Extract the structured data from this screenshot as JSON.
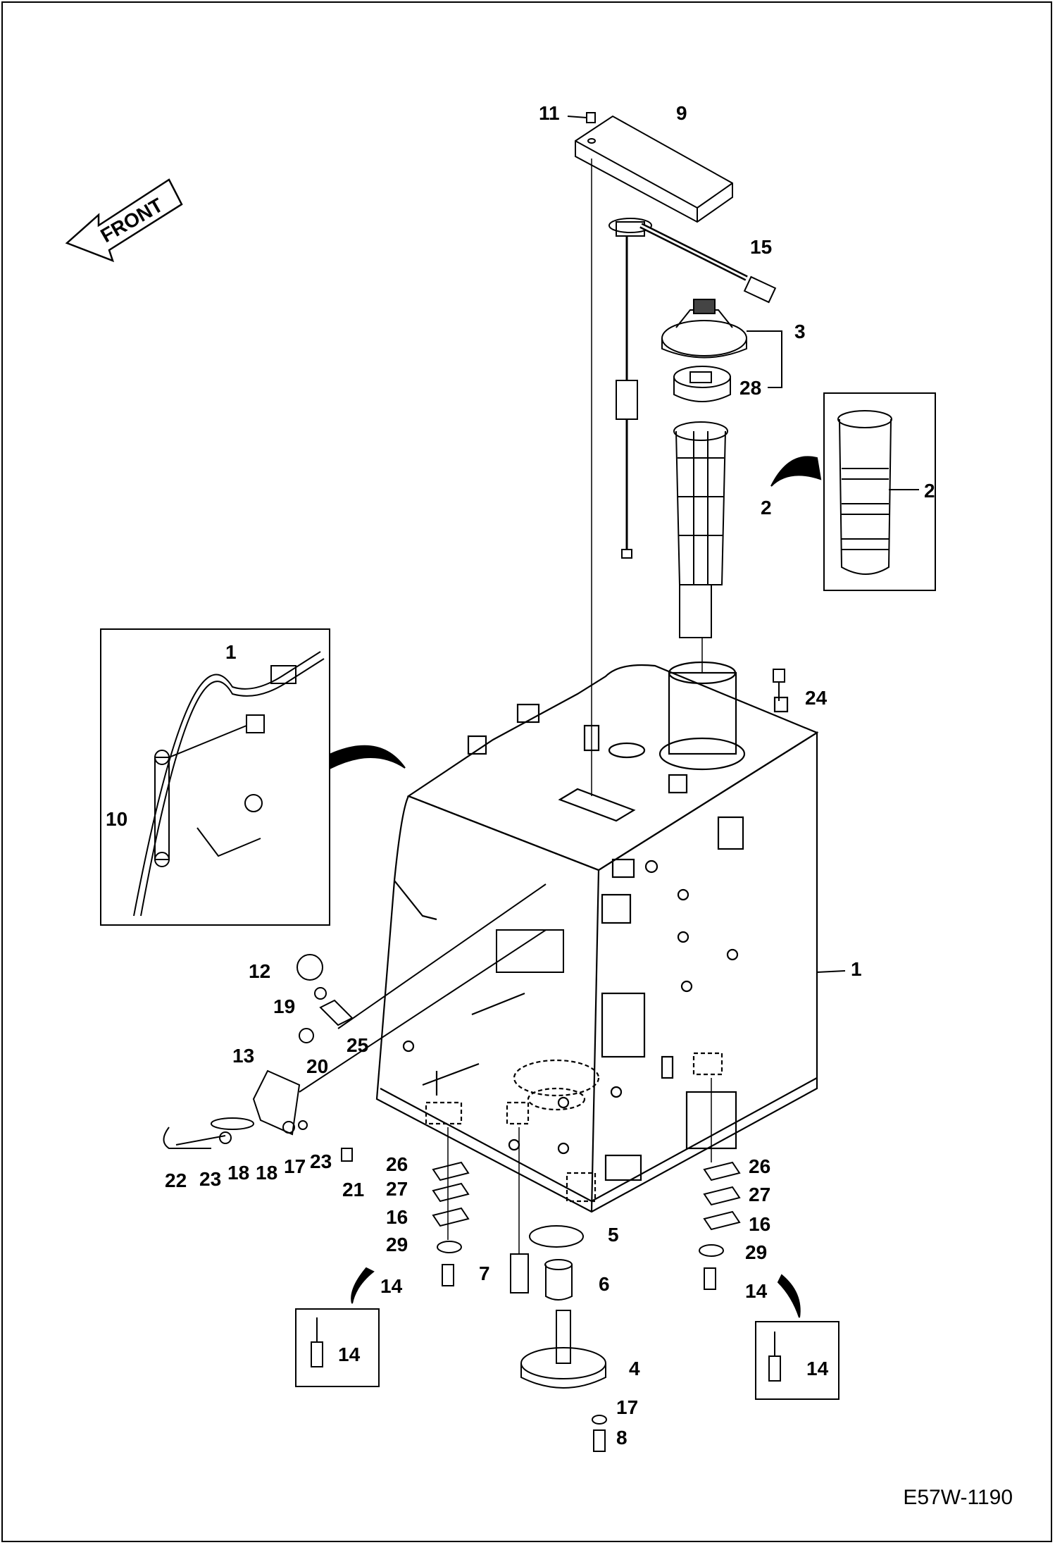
{
  "drawing": {
    "id": "E57W-1190",
    "front_label": "FRONT"
  },
  "callouts": [
    {
      "key": "c11",
      "label": "11"
    },
    {
      "key": "c9",
      "label": "9"
    },
    {
      "key": "c15",
      "label": "15"
    },
    {
      "key": "c3",
      "label": "3"
    },
    {
      "key": "c28",
      "label": "28"
    },
    {
      "key": "c2a",
      "label": "2"
    },
    {
      "key": "c2b",
      "label": "2"
    },
    {
      "key": "c24",
      "label": "24"
    },
    {
      "key": "c1a",
      "label": "1"
    },
    {
      "key": "c10",
      "label": "10"
    },
    {
      "key": "c1b",
      "label": "1"
    },
    {
      "key": "c12",
      "label": "12"
    },
    {
      "key": "c19",
      "label": "19"
    },
    {
      "key": "c25",
      "label": "25"
    },
    {
      "key": "c20",
      "label": "20"
    },
    {
      "key": "c13",
      "label": "13"
    },
    {
      "key": "c22",
      "label": "22"
    },
    {
      "key": "c23a",
      "label": "23"
    },
    {
      "key": "c18a",
      "label": "18"
    },
    {
      "key": "c18b",
      "label": "18"
    },
    {
      "key": "c17a",
      "label": "17"
    },
    {
      "key": "c23b",
      "label": "23"
    },
    {
      "key": "c21",
      "label": "21"
    },
    {
      "key": "c26a",
      "label": "26"
    },
    {
      "key": "c27a",
      "label": "27"
    },
    {
      "key": "c16a",
      "label": "16"
    },
    {
      "key": "c29a",
      "label": "29"
    },
    {
      "key": "c14a",
      "label": "14"
    },
    {
      "key": "c14b",
      "label": "14"
    },
    {
      "key": "c7",
      "label": "7"
    },
    {
      "key": "c5",
      "label": "5"
    },
    {
      "key": "c6",
      "label": "6"
    },
    {
      "key": "c4",
      "label": "4"
    },
    {
      "key": "c17b",
      "label": "17"
    },
    {
      "key": "c8",
      "label": "8"
    },
    {
      "key": "c26b",
      "label": "26"
    },
    {
      "key": "c27b",
      "label": "27"
    },
    {
      "key": "c16b",
      "label": "16"
    },
    {
      "key": "c29b",
      "label": "29"
    },
    {
      "key": "c14c",
      "label": "14"
    },
    {
      "key": "c14d",
      "label": "14"
    }
  ]
}
